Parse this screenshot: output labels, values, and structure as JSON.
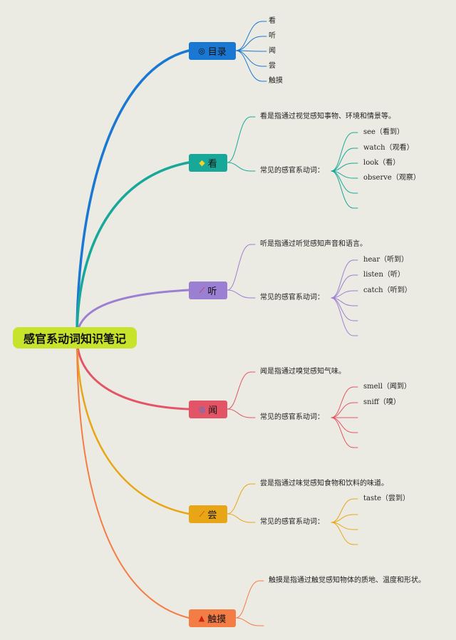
{
  "title": "感官系动词知识笔记",
  "colors": {
    "root": "#c8e32b",
    "mulu": "#1a78d2",
    "kan": "#17a89a",
    "ting": "#9b7fd2",
    "wen": "#e35566",
    "chang": "#e8a617",
    "chumo": "#f47c45"
  },
  "toc": {
    "label": "目录",
    "icon": "target-icon",
    "items": [
      "看",
      "听",
      "闻",
      "尝",
      "触摸"
    ]
  },
  "branches": [
    {
      "id": "kan",
      "label": "看",
      "icon": "diamond-icon",
      "desc": "看是指通过视觉感知事物、环境和情景等。",
      "verbs_label": "常见的感官系动词：",
      "verbs": [
        "see（看到）",
        "watch（观看）",
        "look（看）",
        "observe（观察）"
      ]
    },
    {
      "id": "ting",
      "label": "听",
      "icon": "wand-icon",
      "desc": "听是指通过听觉感知声音和语言。",
      "verbs_label": "常见的感官系动词：",
      "verbs": [
        "hear（听到）",
        "listen（听）",
        "catch（听到）"
      ]
    },
    {
      "id": "wen",
      "label": "闻",
      "icon": "globe-icon",
      "desc": "闻是指通过嗅觉感知气味。",
      "verbs_label": "常见的感官系动词：",
      "verbs": [
        "smell（闻到）",
        "sniff（嗅）"
      ]
    },
    {
      "id": "chang",
      "label": "尝",
      "icon": "wand-icon",
      "desc": "尝是指通过味觉感知食物和饮料的味道。",
      "verbs_label": "常见的感官系动词：",
      "verbs": [
        "taste（尝到）"
      ]
    },
    {
      "id": "chumo",
      "label": "触摸",
      "icon": "flame-icon",
      "desc": "触摸是指通过触觉感知物体的质地、温度和形状。"
    }
  ]
}
